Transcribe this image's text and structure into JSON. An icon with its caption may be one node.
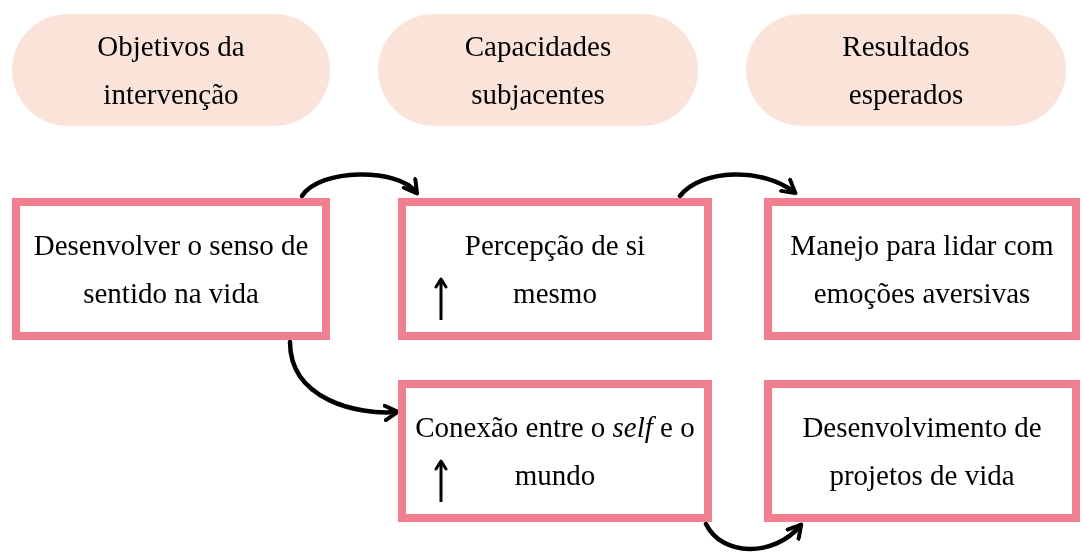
{
  "diagram": {
    "nodes": [
      {
        "text": [
          "Objetivos da intervenção"
        ]
      },
      {
        "text": [
          "Capacidades subjacentes"
        ]
      },
      {
        "text": [
          "Resultados esperados"
        ]
      },
      {
        "text": [
          "Desenvolver o senso de sentido na vida"
        ]
      },
      {
        "text": [
          "Percepção de si mesmo"
        ]
      },
      {
        "text": [
          "Manejo para lidar com emoções aversivas"
        ]
      },
      {
        "text": [
          "Conexão entre o *self* e o mundo"
        ]
      },
      {
        "text": [
          "Desenvolvimento de projetos de vida"
        ]
      }
    ],
    "edges": [
      {
        "from": 3,
        "to": 4,
        "arrow": "to"
      },
      {
        "from": 3,
        "to": 6,
        "arrow": "to"
      },
      {
        "from": 4,
        "to": 5,
        "arrow": "to"
      },
      {
        "from": 6,
        "to": 7,
        "arrow": "to"
      }
    ]
  }
}
